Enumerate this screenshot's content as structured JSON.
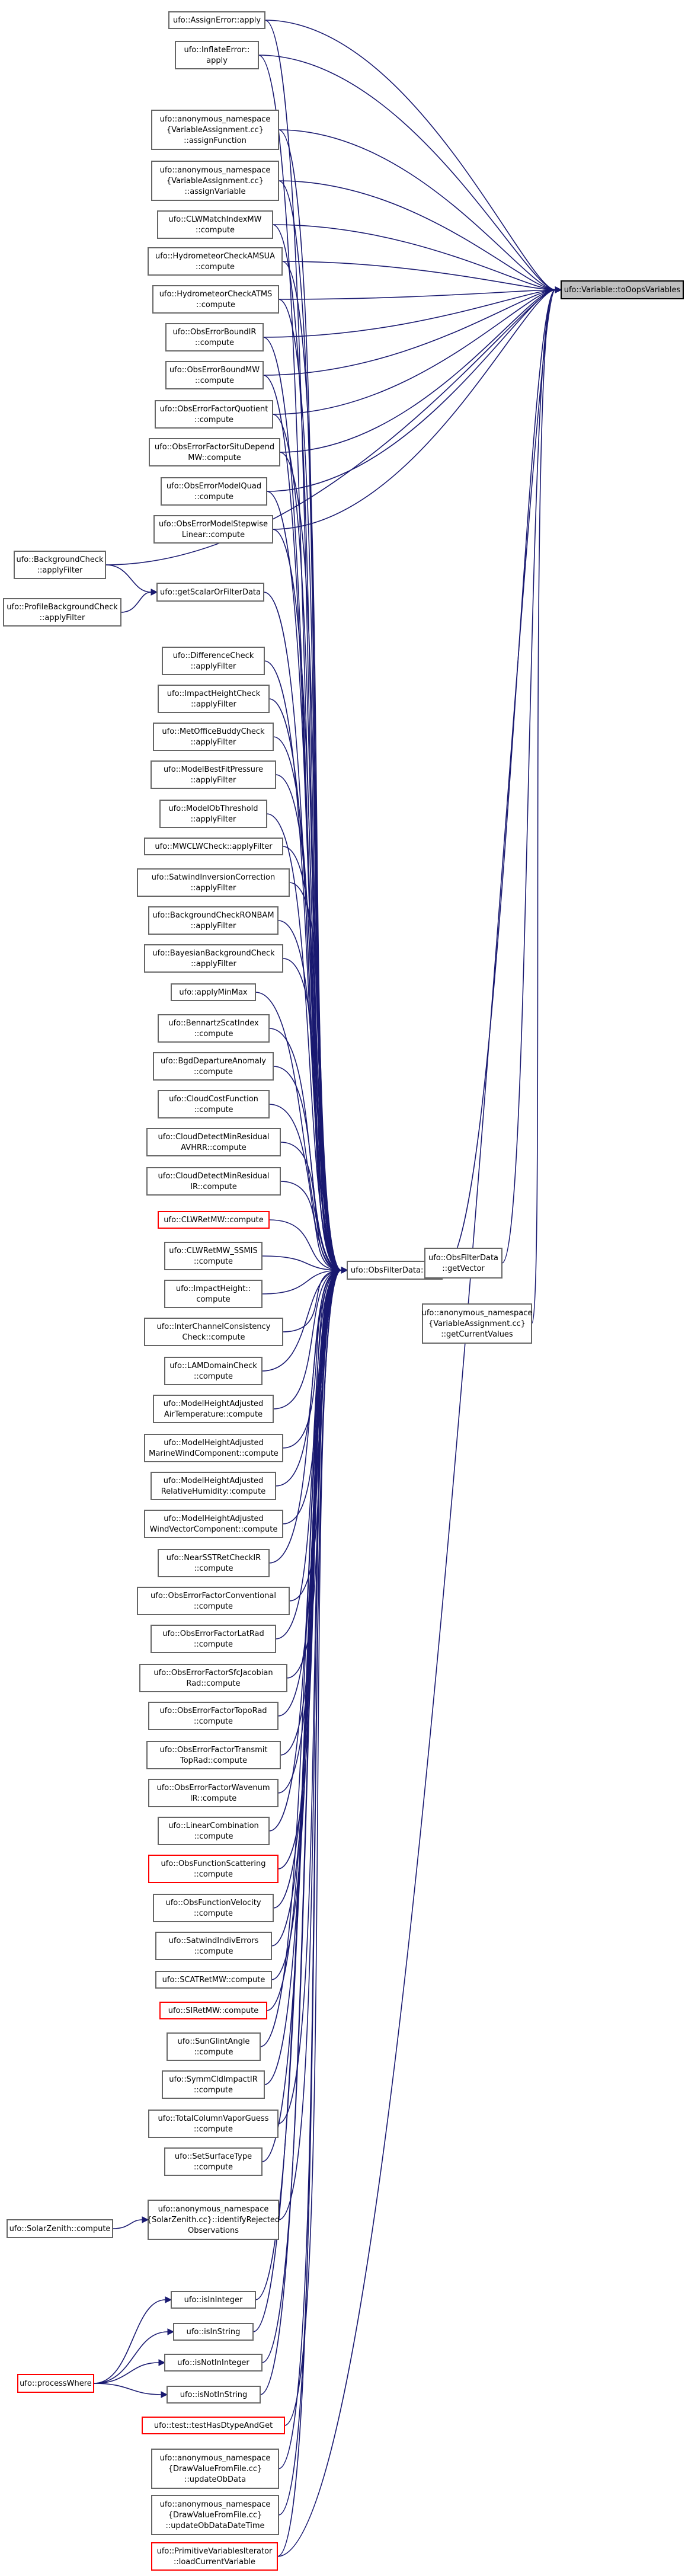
{
  "graph": {
    "root": "ufo::Variable::toOopsVariables",
    "nodes": [
      {
        "id": "toOops",
        "lines": [
          "ufo::Variable::toOopsVariables"
        ],
        "style": "root"
      },
      {
        "id": "getObs",
        "lines": [
          "ufo::ObsFilterData::get"
        ],
        "style": "normal"
      },
      {
        "id": "getVector",
        "lines": [
          "ufo::ObsFilterData",
          "::getVector"
        ],
        "style": "normal"
      },
      {
        "id": "anonGetCur",
        "lines": [
          "ufo::anonymous_namespace",
          "{VariableAssignment.cc}",
          "::getCurrentValues"
        ],
        "style": "normal"
      },
      {
        "id": "getScalar",
        "lines": [
          "ufo::getScalarOrFilterData"
        ],
        "style": "normal"
      },
      {
        "id": "bgCheck",
        "lines": [
          "ufo::BackgroundCheck",
          "::applyFilter"
        ],
        "style": "normal"
      },
      {
        "id": "profBg",
        "lines": [
          "ufo::ProfileBackgroundCheck",
          "::applyFilter"
        ],
        "style": "normal"
      },
      {
        "id": "solarZen",
        "lines": [
          "ufo::SolarZenith::compute"
        ],
        "style": "normal"
      },
      {
        "id": "procWhere",
        "lines": [
          "ufo::processWhere"
        ],
        "style": "red"
      },
      {
        "id": "n01",
        "lines": [
          "ufo::AssignError::apply"
        ],
        "style": "normal"
      },
      {
        "id": "n02",
        "lines": [
          "ufo::InflateError::",
          "apply"
        ],
        "style": "normal"
      },
      {
        "id": "n03",
        "lines": [
          "ufo::anonymous_namespace",
          "{VariableAssignment.cc}",
          "::assignFunction"
        ],
        "style": "normal"
      },
      {
        "id": "n04",
        "lines": [
          "ufo::anonymous_namespace",
          "{VariableAssignment.cc}",
          "::assignVariable"
        ],
        "style": "normal"
      },
      {
        "id": "n05",
        "lines": [
          "ufo::CLWMatchIndexMW",
          "::compute"
        ],
        "style": "normal"
      },
      {
        "id": "n06",
        "lines": [
          "ufo::HydrometeorCheckAMSUA",
          "::compute"
        ],
        "style": "normal"
      },
      {
        "id": "n07",
        "lines": [
          "ufo::HydrometeorCheckATMS",
          "::compute"
        ],
        "style": "normal"
      },
      {
        "id": "n08",
        "lines": [
          "ufo::ObsErrorBoundIR",
          "::compute"
        ],
        "style": "normal"
      },
      {
        "id": "n09",
        "lines": [
          "ufo::ObsErrorBoundMW",
          "::compute"
        ],
        "style": "normal"
      },
      {
        "id": "n10",
        "lines": [
          "ufo::ObsErrorFactorQuotient",
          "::compute"
        ],
        "style": "normal"
      },
      {
        "id": "n11",
        "lines": [
          "ufo::ObsErrorFactorSituDepend",
          "MW::compute"
        ],
        "style": "normal"
      },
      {
        "id": "n12",
        "lines": [
          "ufo::ObsErrorModelQuad",
          "::compute"
        ],
        "style": "normal"
      },
      {
        "id": "n13",
        "lines": [
          "ufo::ObsErrorModelStepwise",
          "Linear::compute"
        ],
        "style": "normal"
      },
      {
        "id": "m01",
        "lines": [
          "ufo::DifferenceCheck",
          "::applyFilter"
        ],
        "style": "normal"
      },
      {
        "id": "m02",
        "lines": [
          "ufo::ImpactHeightCheck",
          "::applyFilter"
        ],
        "style": "normal"
      },
      {
        "id": "m03",
        "lines": [
          "ufo::MetOfficeBuddyCheck",
          "::applyFilter"
        ],
        "style": "normal"
      },
      {
        "id": "m04",
        "lines": [
          "ufo::ModelBestFitPressure",
          "::applyFilter"
        ],
        "style": "normal"
      },
      {
        "id": "m05",
        "lines": [
          "ufo::ModelObThreshold",
          "::applyFilter"
        ],
        "style": "normal"
      },
      {
        "id": "m06",
        "lines": [
          "ufo::MWCLWCheck::applyFilter"
        ],
        "style": "normal"
      },
      {
        "id": "m07",
        "lines": [
          "ufo::SatwindInversionCorrection",
          "::applyFilter"
        ],
        "style": "normal"
      },
      {
        "id": "m08",
        "lines": [
          "ufo::BackgroundCheckRONBAM",
          "::applyFilter"
        ],
        "style": "normal"
      },
      {
        "id": "m09",
        "lines": [
          "ufo::BayesianBackgroundCheck",
          "::applyFilter"
        ],
        "style": "normal"
      },
      {
        "id": "m10",
        "lines": [
          "ufo::applyMinMax"
        ],
        "style": "normal"
      },
      {
        "id": "m11",
        "lines": [
          "ufo::BennartzScatIndex",
          "::compute"
        ],
        "style": "normal"
      },
      {
        "id": "m12",
        "lines": [
          "ufo::BgdDepartureAnomaly",
          "::compute"
        ],
        "style": "normal"
      },
      {
        "id": "m13",
        "lines": [
          "ufo::CloudCostFunction",
          "::compute"
        ],
        "style": "normal"
      },
      {
        "id": "m14",
        "lines": [
          "ufo::CloudDetectMinResidual",
          "AVHRR::compute"
        ],
        "style": "normal"
      },
      {
        "id": "m15",
        "lines": [
          "ufo::CloudDetectMinResidual",
          "IR::compute"
        ],
        "style": "normal"
      },
      {
        "id": "m16",
        "lines": [
          "ufo::CLWRetMW::compute"
        ],
        "style": "red"
      },
      {
        "id": "m17",
        "lines": [
          "ufo::CLWRetMW_SSMIS",
          "::compute"
        ],
        "style": "normal"
      },
      {
        "id": "m18",
        "lines": [
          "ufo::ImpactHeight::",
          "compute"
        ],
        "style": "normal"
      },
      {
        "id": "m19",
        "lines": [
          "ufo::InterChannelConsistency",
          "Check::compute"
        ],
        "style": "normal"
      },
      {
        "id": "m20",
        "lines": [
          "ufo::LAMDomainCheck",
          "::compute"
        ],
        "style": "normal"
      },
      {
        "id": "m21",
        "lines": [
          "ufo::ModelHeightAdjusted",
          "AirTemperature::compute"
        ],
        "style": "normal"
      },
      {
        "id": "m22",
        "lines": [
          "ufo::ModelHeightAdjusted",
          "MarineWindComponent::compute"
        ],
        "style": "normal"
      },
      {
        "id": "m23",
        "lines": [
          "ufo::ModelHeightAdjusted",
          "RelativeHumidity::compute"
        ],
        "style": "normal"
      },
      {
        "id": "m24",
        "lines": [
          "ufo::ModelHeightAdjusted",
          "WindVectorComponent::compute"
        ],
        "style": "normal"
      },
      {
        "id": "m25",
        "lines": [
          "ufo::NearSSTRetCheckIR",
          "::compute"
        ],
        "style": "normal"
      },
      {
        "id": "m26",
        "lines": [
          "ufo::ObsErrorFactorConventional",
          "::compute"
        ],
        "style": "normal"
      },
      {
        "id": "m27",
        "lines": [
          "ufo::ObsErrorFactorLatRad",
          "::compute"
        ],
        "style": "normal"
      },
      {
        "id": "m28",
        "lines": [
          "ufo::ObsErrorFactorSfcJacobian",
          "Rad::compute"
        ],
        "style": "normal"
      },
      {
        "id": "m29",
        "lines": [
          "ufo::ObsErrorFactorTopoRad",
          "::compute"
        ],
        "style": "normal"
      },
      {
        "id": "m30",
        "lines": [
          "ufo::ObsErrorFactorTransmit",
          "TopRad::compute"
        ],
        "style": "normal"
      },
      {
        "id": "m31",
        "lines": [
          "ufo::ObsErrorFactorWavenum",
          "IR::compute"
        ],
        "style": "normal"
      },
      {
        "id": "m32",
        "lines": [
          "ufo::LinearCombination",
          "::compute"
        ],
        "style": "normal"
      },
      {
        "id": "m33",
        "lines": [
          "ufo::ObsFunctionScattering",
          "::compute"
        ],
        "style": "red"
      },
      {
        "id": "m34",
        "lines": [
          "ufo::ObsFunctionVelocity",
          "::compute"
        ],
        "style": "normal"
      },
      {
        "id": "m35",
        "lines": [
          "ufo::SatwindIndivErrors",
          "::compute"
        ],
        "style": "normal"
      },
      {
        "id": "m36",
        "lines": [
          "ufo::SCATRetMW::compute"
        ],
        "style": "normal"
      },
      {
        "id": "m37",
        "lines": [
          "ufo::SIRetMW::compute"
        ],
        "style": "red"
      },
      {
        "id": "m38",
        "lines": [
          "ufo::SunGlintAngle",
          "::compute"
        ],
        "style": "normal"
      },
      {
        "id": "m39",
        "lines": [
          "ufo::SymmCldImpactIR",
          "::compute"
        ],
        "style": "normal"
      },
      {
        "id": "m40",
        "lines": [
          "ufo::TotalColumnVaporGuess",
          "::compute"
        ],
        "style": "normal"
      },
      {
        "id": "m41",
        "lines": [
          "ufo::SetSurfaceType",
          "::compute"
        ],
        "style": "normal"
      },
      {
        "id": "m42",
        "lines": [
          "ufo::anonymous_namespace",
          "{SolarZenith.cc}::identifyRejected",
          "Observations"
        ],
        "style": "normal"
      },
      {
        "id": "m43",
        "lines": [
          "ufo::isInInteger"
        ],
        "style": "normal"
      },
      {
        "id": "m44",
        "lines": [
          "ufo::isInString"
        ],
        "style": "normal"
      },
      {
        "id": "m45",
        "lines": [
          "ufo::isNotInInteger"
        ],
        "style": "normal"
      },
      {
        "id": "m46",
        "lines": [
          "ufo::isNotInString"
        ],
        "style": "normal"
      },
      {
        "id": "m47",
        "lines": [
          "ufo::test::testHasDtypeAndGet"
        ],
        "style": "red"
      },
      {
        "id": "m48",
        "lines": [
          "ufo::anonymous_namespace",
          "{DrawValueFromFile.cc}",
          "::updateObData"
        ],
        "style": "normal"
      },
      {
        "id": "m49",
        "lines": [
          "ufo::anonymous_namespace",
          "{DrawValueFromFile.cc}",
          "::updateObDataDateTime"
        ],
        "style": "normal"
      },
      {
        "id": "m50",
        "lines": [
          "ufo::PrimitiveVariablesIterator",
          "::loadCurrentVariable"
        ],
        "style": "red"
      }
    ],
    "edges": [
      [
        "getObs",
        "toOops"
      ],
      [
        "getVector",
        "toOops"
      ],
      [
        "anonGetCur",
        "toOops"
      ],
      [
        "getVector",
        "getObs"
      ],
      [
        "bgCheck",
        "getScalar"
      ],
      [
        "profBg",
        "getScalar"
      ],
      [
        "getScalar",
        "getObs"
      ],
      [
        "bgCheck",
        "toOops"
      ],
      [
        "n01",
        "toOops"
      ],
      [
        "n02",
        "toOops"
      ],
      [
        "n03",
        "toOops"
      ],
      [
        "n04",
        "toOops"
      ],
      [
        "n05",
        "toOops"
      ],
      [
        "n06",
        "toOops"
      ],
      [
        "n07",
        "toOops"
      ],
      [
        "n08",
        "toOops"
      ],
      [
        "n09",
        "toOops"
      ],
      [
        "n10",
        "toOops"
      ],
      [
        "n11",
        "toOops"
      ],
      [
        "n12",
        "toOops"
      ],
      [
        "n13",
        "toOops"
      ],
      [
        "n01",
        "getObs"
      ],
      [
        "n02",
        "getObs"
      ],
      [
        "n03",
        "getObs"
      ],
      [
        "n04",
        "getObs"
      ],
      [
        "n05",
        "getObs"
      ],
      [
        "n06",
        "getObs"
      ],
      [
        "n07",
        "getObs"
      ],
      [
        "n08",
        "getObs"
      ],
      [
        "n09",
        "getObs"
      ],
      [
        "n10",
        "getObs"
      ],
      [
        "n11",
        "getObs"
      ],
      [
        "n12",
        "getObs"
      ],
      [
        "n13",
        "getObs"
      ],
      [
        "m01",
        "getObs"
      ],
      [
        "m02",
        "getObs"
      ],
      [
        "m03",
        "getObs"
      ],
      [
        "m04",
        "getObs"
      ],
      [
        "m05",
        "getObs"
      ],
      [
        "m06",
        "getObs"
      ],
      [
        "m07",
        "getObs"
      ],
      [
        "m08",
        "getObs"
      ],
      [
        "m09",
        "getObs"
      ],
      [
        "m10",
        "getObs"
      ],
      [
        "m11",
        "getObs"
      ],
      [
        "m12",
        "getObs"
      ],
      [
        "m13",
        "getObs"
      ],
      [
        "m14",
        "getObs"
      ],
      [
        "m15",
        "getObs"
      ],
      [
        "m16",
        "getObs"
      ],
      [
        "m17",
        "getObs"
      ],
      [
        "m18",
        "getObs"
      ],
      [
        "m19",
        "getObs"
      ],
      [
        "m20",
        "getObs"
      ],
      [
        "m21",
        "getObs"
      ],
      [
        "m22",
        "getObs"
      ],
      [
        "m23",
        "getObs"
      ],
      [
        "m24",
        "getObs"
      ],
      [
        "m25",
        "getObs"
      ],
      [
        "m26",
        "getObs"
      ],
      [
        "m27",
        "getObs"
      ],
      [
        "m28",
        "getObs"
      ],
      [
        "m29",
        "getObs"
      ],
      [
        "m30",
        "getObs"
      ],
      [
        "m31",
        "getObs"
      ],
      [
        "m32",
        "getObs"
      ],
      [
        "m33",
        "getObs"
      ],
      [
        "m34",
        "getObs"
      ],
      [
        "m35",
        "getObs"
      ],
      [
        "m36",
        "getObs"
      ],
      [
        "m37",
        "getObs"
      ],
      [
        "m38",
        "getObs"
      ],
      [
        "m39",
        "getObs"
      ],
      [
        "m40",
        "getObs"
      ],
      [
        "m41",
        "getObs"
      ],
      [
        "m42",
        "getObs"
      ],
      [
        "m43",
        "getObs"
      ],
      [
        "m44",
        "getObs"
      ],
      [
        "m45",
        "getObs"
      ],
      [
        "m46",
        "getObs"
      ],
      [
        "m47",
        "getObs"
      ],
      [
        "m48",
        "getObs"
      ],
      [
        "m49",
        "getObs"
      ],
      [
        "m50",
        "getObs"
      ],
      [
        "m50",
        "toOops"
      ],
      [
        "solarZen",
        "m42"
      ],
      [
        "procWhere",
        "m43"
      ],
      [
        "procWhere",
        "m44"
      ],
      [
        "procWhere",
        "m45"
      ],
      [
        "procWhere",
        "m46"
      ]
    ]
  }
}
